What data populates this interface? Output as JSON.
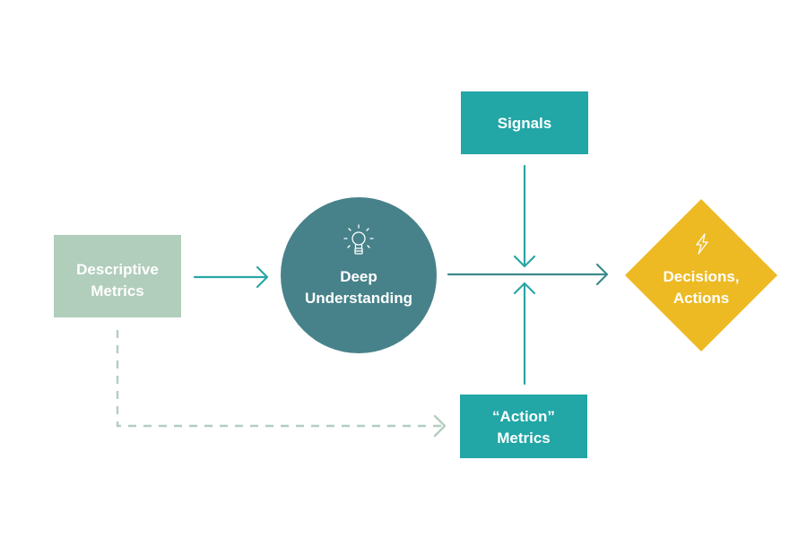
{
  "nodes": {
    "descriptive": {
      "line1": "Descriptive",
      "line2": "Metrics"
    },
    "deep": {
      "line1": "Deep",
      "line2": "Understanding",
      "icon": "lightbulb-icon"
    },
    "signals": {
      "label": "Signals"
    },
    "action_metrics": {
      "line1": "“Action”",
      "line2": "Metrics"
    },
    "decisions": {
      "line1": "Decisions,",
      "line2": "Actions",
      "icon": "lightning-icon"
    }
  },
  "colors": {
    "descriptive": "#b1cdbb",
    "deep": "#47828a",
    "teal_box": "#22a6a6",
    "decisions": "#edba24",
    "arrow": "#2aa6a5",
    "arrow_dark": "#3d8a8c",
    "dashed": "#b3cec0"
  }
}
